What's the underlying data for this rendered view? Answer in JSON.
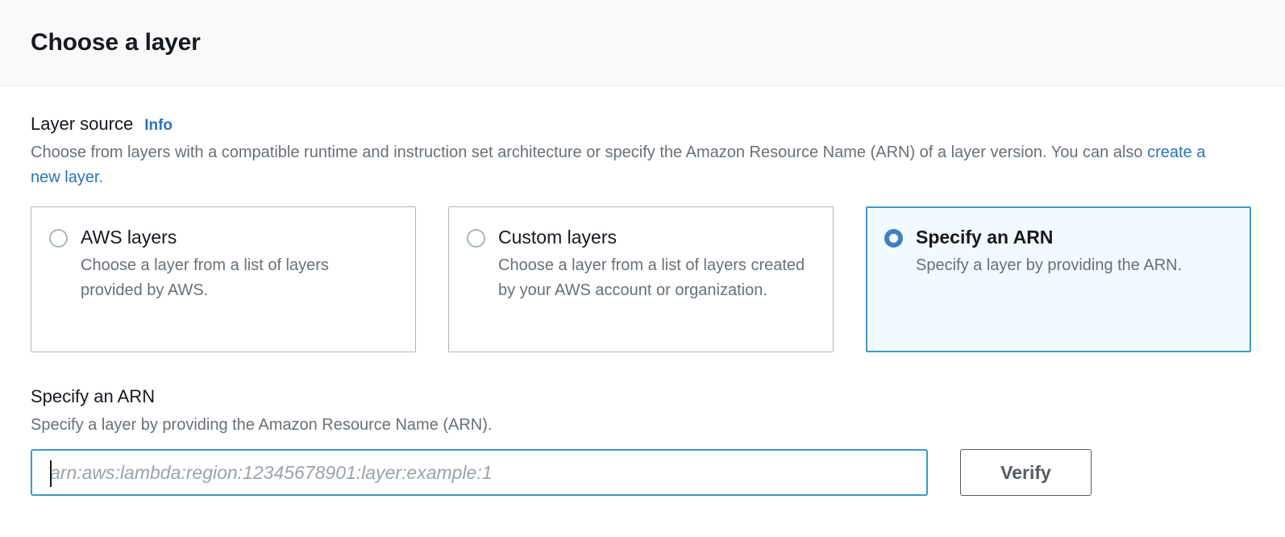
{
  "header": {
    "title": "Choose a layer"
  },
  "layer_source": {
    "label": "Layer source",
    "info_label": "Info",
    "description_part1": "Choose from layers with a compatible runtime and instruction set architecture or specify the Amazon Resource Name (ARN) of a layer version. You can also ",
    "description_link": "create a new layer",
    "description_part2": ".",
    "options": [
      {
        "title": "AWS layers",
        "description": "Choose a layer from a list of layers provided by AWS.",
        "selected": false
      },
      {
        "title": "Custom layers",
        "description": "Choose a layer from a list of layers created by your AWS account or organization.",
        "selected": false
      },
      {
        "title": "Specify an ARN",
        "description": "Specify a layer by providing the ARN.",
        "selected": true
      }
    ]
  },
  "arn_section": {
    "heading": "Specify an ARN",
    "subtext": "Specify a layer by providing the Amazon Resource Name (ARN).",
    "input_value": "",
    "input_placeholder": "arn:aws:lambda:region:12345678901:layer:example:1",
    "verify_label": "Verify"
  },
  "colors": {
    "accent_blue": "#3f7fc1",
    "link_blue": "#2e72b8",
    "focus_border": "#3f97c9",
    "selected_tile_bg": "#f1faff",
    "text_dark": "#16191f",
    "text_muted": "#687078",
    "button_border": "#545b64",
    "header_bg": "#f9f9f9"
  }
}
